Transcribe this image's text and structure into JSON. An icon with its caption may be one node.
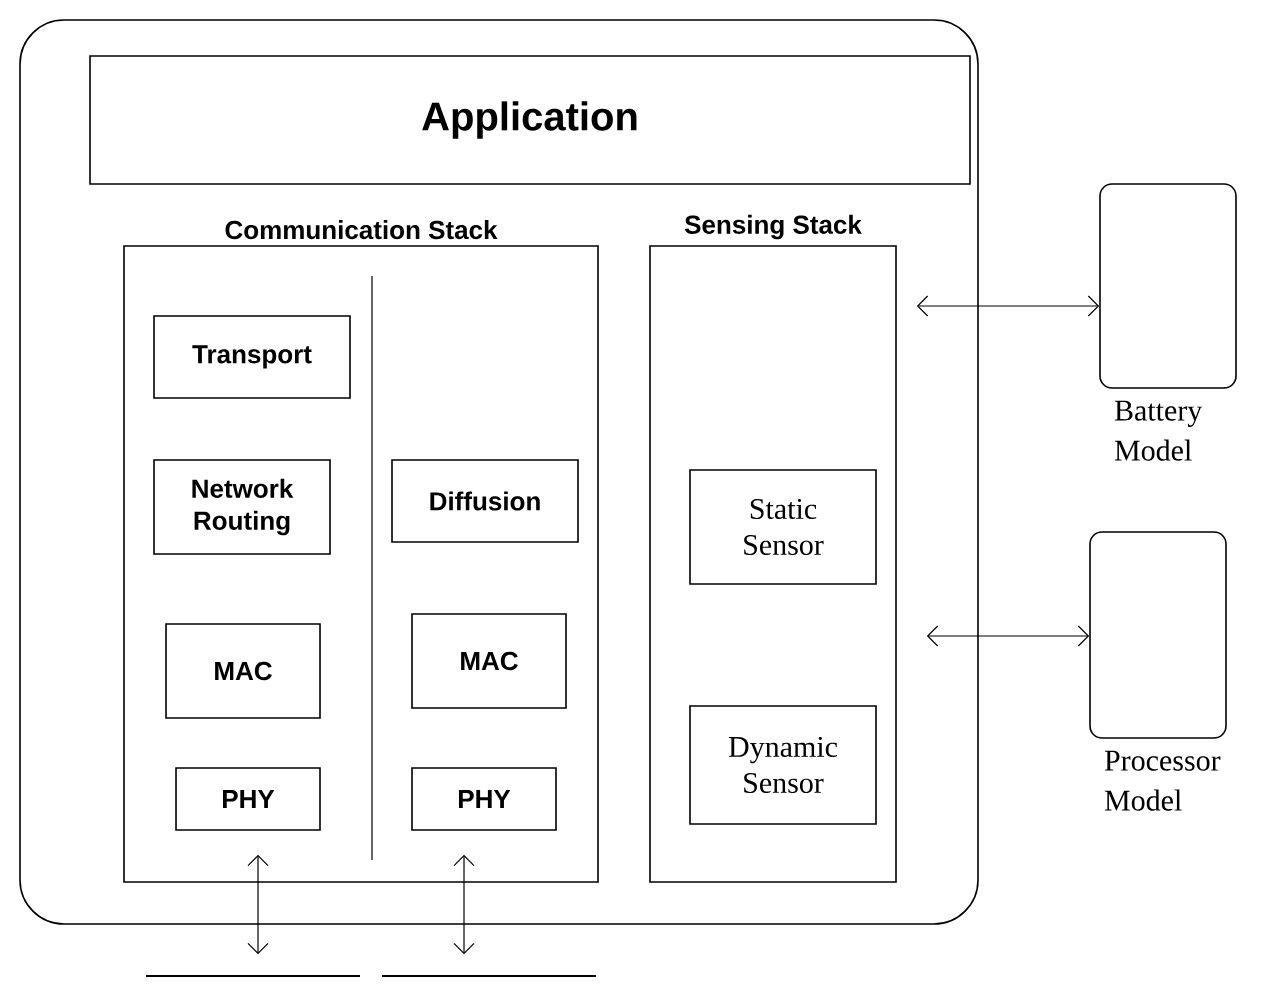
{
  "diagram": {
    "nodes": [
      {
        "text": [],
        "shape": "box"
      },
      {
        "text": [
          "Application"
        ],
        "in": 0
      },
      {
        "text": [
          "Communication Stack"
        ],
        "in": 0
      },
      {
        "text": [
          "Transport"
        ],
        "in": 2
      },
      {
        "text": [
          "Network Routing"
        ],
        "in": 2
      },
      {
        "text": [
          "Diffusion"
        ],
        "in": 2
      },
      {
        "text": [
          "MAC"
        ],
        "in": 2
      },
      {
        "text": [
          "MAC"
        ],
        "in": 2
      },
      {
        "text": [
          "PHY"
        ],
        "in": 2
      },
      {
        "text": [
          "PHY"
        ],
        "in": 2
      },
      {
        "text": [
          "Sensing Stack"
        ],
        "in": 0
      },
      {
        "text": [
          "Static Sensor"
        ],
        "in": 10
      },
      {
        "text": [
          "Dynamic Sensor"
        ],
        "in": 10
      },
      {
        "text": [
          "Battery Model"
        ]
      },
      {
        "text": [
          "Processor Model"
        ]
      },
      {
        "text": [],
        "shape": "bar"
      },
      {
        "text": [],
        "shape": "bar"
      }
    ],
    "edges": [
      {
        "from": 10,
        "to": 13,
        "arrow": "both"
      },
      {
        "from": 10,
        "to": 14,
        "arrow": "both"
      },
      {
        "from": 8,
        "to": 15,
        "arrow": "both"
      },
      {
        "from": 9,
        "to": 16,
        "arrow": "both"
      }
    ]
  }
}
